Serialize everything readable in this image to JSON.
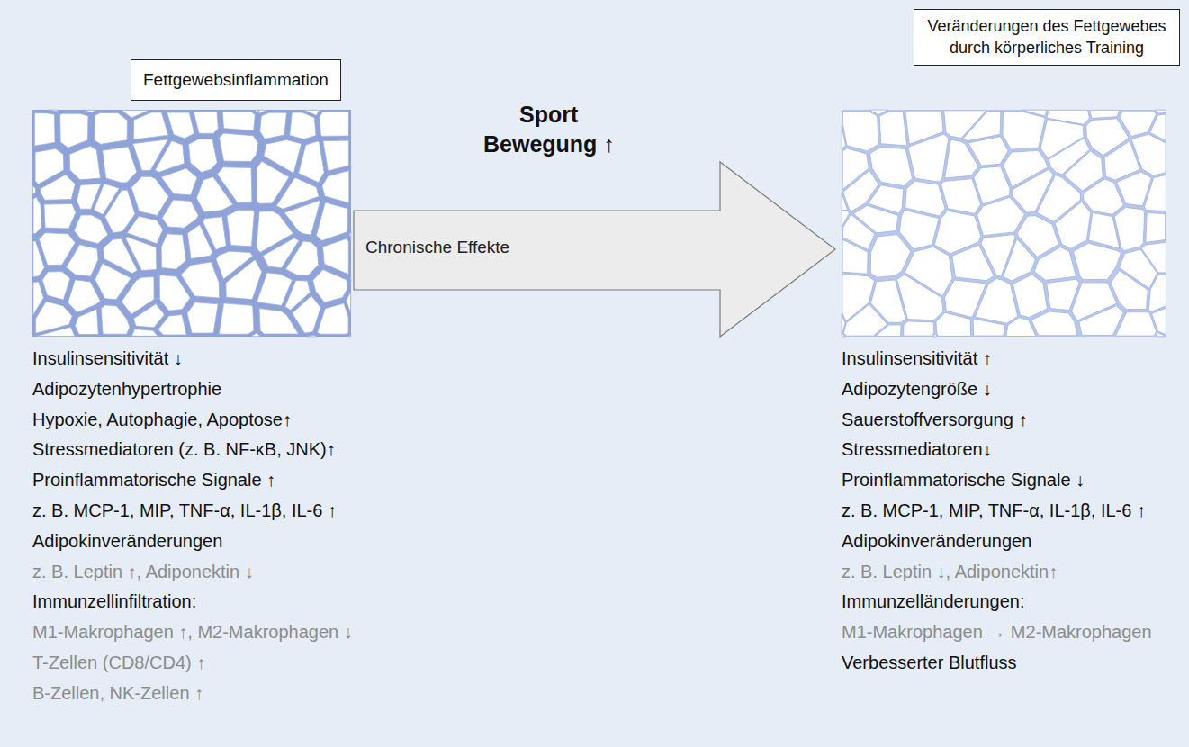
{
  "diagram": {
    "nodes": [
      {
        "text": [
          "Fettgewebsinflammation"
        ]
      },
      {
        "text": [
          "Chronische Effekte"
        ]
      },
      {
        "text": [
          "Veränderungen des Fettgewebes durch körperliches Training"
        ]
      }
    ],
    "labels": [
      "Sport",
      "Bewegung ↑",
      "Insulinsensitivität ↓",
      "Adipozytenhypertrophie",
      "Hypoxie, Autophagie, Apoptose↑",
      "Stressmediatoren (z. B. NF-κB, JNK)↑",
      "Proinflammatorische Signale ↑",
      "z. B. MCP-1, MIP, TNF-α, IL-1β, IL-6 ↑",
      "Adipokinveränderungen",
      "z. B. Leptin ↑, Adiponektin ↓",
      "Immunzellinfiltration:",
      "M1-Makrophagen ↑, M2-Makrophagen ↓",
      "T-Zellen (CD8/CD4) ↑",
      "B-Zellen, NK-Zellen ↑",
      "Insulinsensitivität ↑",
      "Adipozytengröße ↓",
      "Sauerstoffversorgung ↑",
      "Stressmediatoren↓",
      "Proinflammatorische Signale ↓",
      "z. B. MCP-1, MIP, TNF-α, IL-1β, IL-6 ↑",
      "Adipokinveränderungen",
      "z. B. Leptin ↓, Adiponektin↑",
      "Immunzelländerungen:",
      "M1-Makrophagen → M2-Makrophagen",
      "Verbesserter Blutfluss"
    ]
  }
}
